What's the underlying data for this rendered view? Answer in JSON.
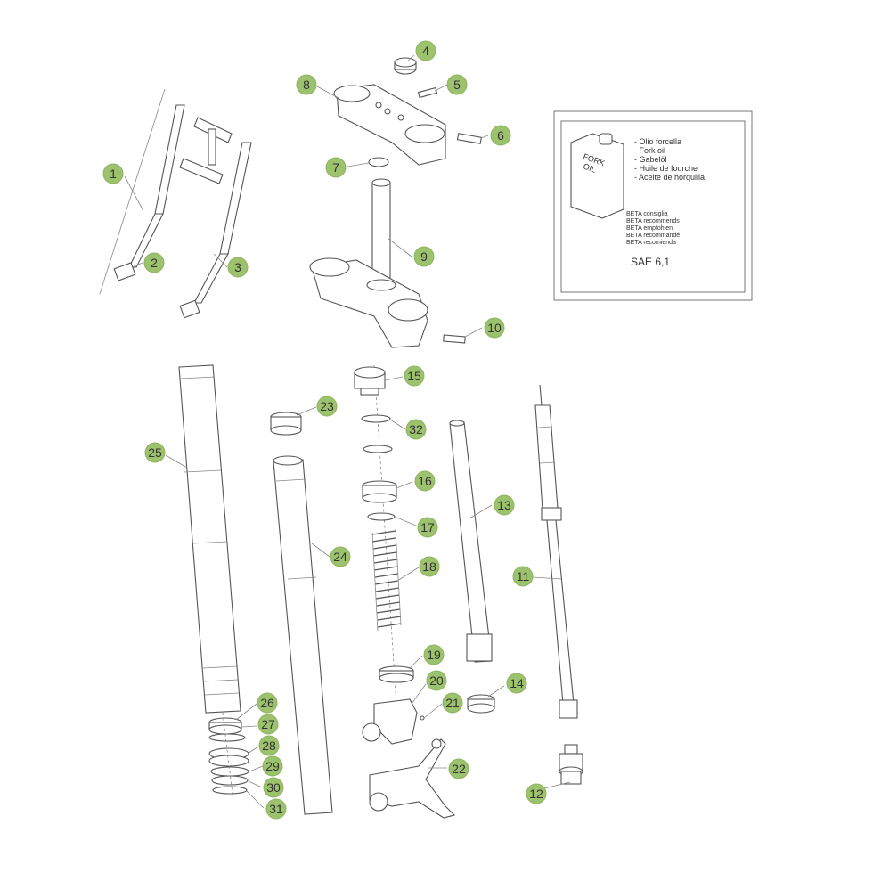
{
  "callouts": {
    "1": "1",
    "2": "2",
    "3": "3",
    "4": "4",
    "5": "5",
    "6": "6",
    "7": "7",
    "8": "8",
    "9": "9",
    "10": "10",
    "11": "11",
    "12": "12",
    "13": "13",
    "14": "14",
    "15": "15",
    "16": "16",
    "17": "17",
    "18": "18",
    "19": "19",
    "20": "20",
    "21": "21",
    "22": "22",
    "23": "23",
    "24": "24",
    "25": "25",
    "26": "26",
    "27": "27",
    "28": "28",
    "29": "29",
    "30": "30",
    "31": "31",
    "32": "32"
  },
  "oil_box": {
    "can_label_line1": "FORK",
    "can_label_line2": "OIL",
    "names": [
      "- Olio forcella",
      "- Fork oil",
      "- Gabelöl",
      "- Huile de fourche",
      "- Aceite de horquilla"
    ],
    "recommend": [
      "BETA consiglia",
      "BETA recommends",
      "BETA empfohlen",
      "BETA recommandé",
      "BETA recomienda"
    ],
    "oil_grade": "SAE 6,1"
  },
  "colors": {
    "callout_fill": "#9dc26e",
    "line": "#555555"
  }
}
